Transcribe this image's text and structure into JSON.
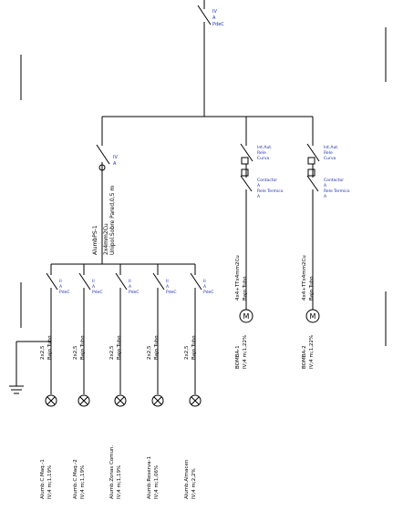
{
  "colors": {
    "line": "#000000",
    "annotation": "#1f2fb0",
    "background": "#ffffff"
  },
  "main_breaker": {
    "lines": [
      "IV",
      "A",
      "PdeC"
    ]
  },
  "subpanel_breaker": {
    "lines": [
      "IV",
      "A"
    ]
  },
  "subpanel_cable": {
    "lines": [
      "AlumbPS-1",
      "2x4mm2Cu",
      "Unipol.Sobre Pared,0,5 m"
    ]
  },
  "lighting_circuits": [
    {
      "breaker": [
        "II",
        "A",
        "PdeC"
      ],
      "cable": [
        "2x2,5",
        "Bajo Tubo"
      ],
      "load": [
        "Alumb.C.Maq.-1",
        "IV;4 m;1,19%"
      ]
    },
    {
      "breaker": [
        "II",
        "A",
        "PdeC"
      ],
      "cable": [
        "2x2,5",
        "Bajo Tubo"
      ],
      "load": [
        "Alumb.C.Maq.-2",
        "IV;4 m;1,19%"
      ]
    },
    {
      "breaker": [
        "II",
        "A",
        "PdeC"
      ],
      "cable": [
        "2x2,5",
        "Bajo Tubo"
      ],
      "load": [
        "Alumb.Zonas Comun.",
        "IV;4 m;1,19%"
      ]
    },
    {
      "breaker": [
        "II",
        "A",
        "PdeC"
      ],
      "cable": [
        "2x2,5",
        "Bajo Tubo"
      ],
      "load": [
        "Alumb.Reserva-1",
        "IV;4 m;1,06%"
      ]
    },
    {
      "breaker": [
        "II",
        "A",
        "PdeC"
      ],
      "cable": [
        "2x2,5",
        "Bajo Tubo"
      ],
      "load": [
        "Alumb.Almacen",
        "IV;4 m;2,2%"
      ]
    }
  ],
  "pump_circuits": [
    {
      "protection": [
        "Int.Aut.",
        "Rele",
        "Curva"
      ],
      "contactor": [
        "Contactor",
        "A",
        "Rele Termico",
        "A"
      ],
      "cable": [
        "4x4+TTx4mm2Cu",
        "Bajo Tubo"
      ],
      "load": [
        "BOMBA-1",
        "IV;4 m;1,22%"
      ]
    },
    {
      "protection": [
        "Int.Aut.",
        "Rele",
        "Curva"
      ],
      "contactor": [
        "Contactor",
        "A",
        "Rele Termico",
        "A"
      ],
      "cable": [
        "4x4+TTx4mm2Cu",
        "Bajo Tubo"
      ],
      "load": [
        "BOMBA-2",
        "IV;4 m;1,22%"
      ]
    }
  ]
}
